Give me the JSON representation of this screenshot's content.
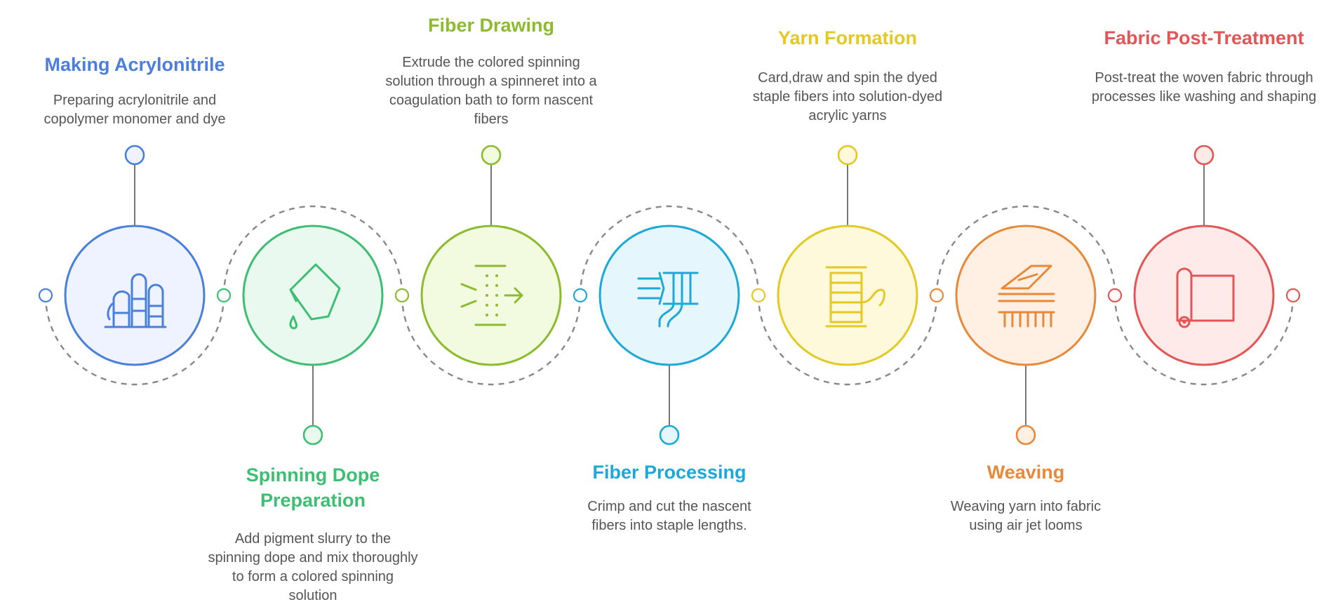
{
  "steps": [
    {
      "title": "Making Acrylonitrile",
      "description": "Preparing acrylonitrile and copolymer monomer and dye",
      "icon": "chemical-plant-icon",
      "color": "#4A7FDB",
      "fill": "#EEF3FF"
    },
    {
      "title": "Spinning Dope Preparation",
      "description": "Add pigment slurry to the spinning dope and mix thoroughly to form a colored spinning solution",
      "icon": "pouring-bucket-icon",
      "color": "#3DBE72",
      "fill": "#EAF9F0"
    },
    {
      "title": "Fiber Drawing",
      "description": "Extrude the colored spinning solution through a spinneret into a coagulation bath to form nascent fibers",
      "icon": "spinneret-extrusion-icon",
      "color": "#8DBB2E",
      "fill": "#F2FAE0"
    },
    {
      "title": "Fiber Processing",
      "description": "Crimp and cut the nascent fibers into staple lengths.",
      "icon": "fiber-crimp-icon",
      "color": "#1EA8D8",
      "fill": "#E6F6FD"
    },
    {
      "title": "Yarn Formation",
      "description": "Card,draw and spin the dyed staple fibers into solution-dyed acrylic yarns",
      "icon": "yarn-spool-icon",
      "color": "#E4C823",
      "fill": "#FFF9DC"
    },
    {
      "title": "Weaving",
      "description": "Weaving yarn into fabric using air jet looms",
      "icon": "loom-icon",
      "color": "#E8893A",
      "fill": "#FFF0E3"
    },
    {
      "title": "Fabric Post-Treatment",
      "description": "Post-treat the woven fabric through processes like washing and shaping",
      "icon": "fabric-roll-icon",
      "color": "#E25656",
      "fill": "#FFEAEA"
    }
  ]
}
